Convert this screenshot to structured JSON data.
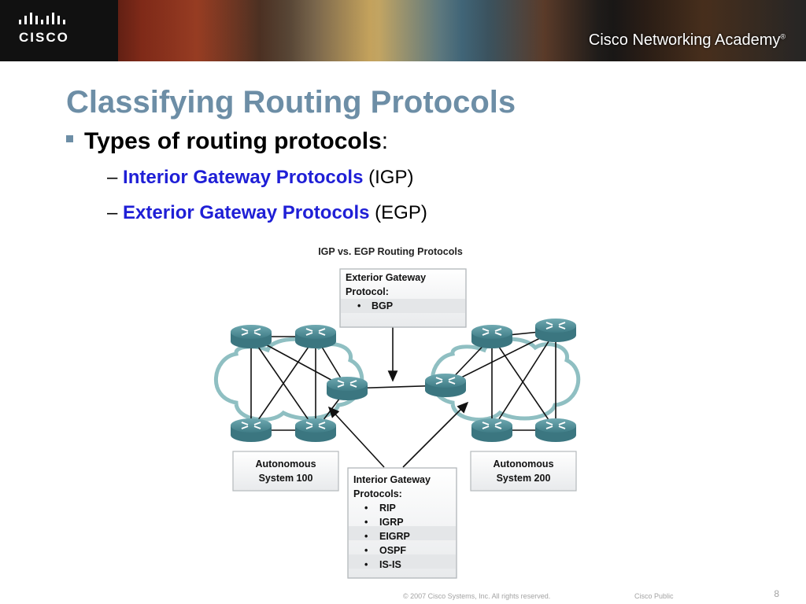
{
  "header": {
    "logo_text": "CISCO",
    "academy_text": "Cisco Networking Academy",
    "academy_mark": "®"
  },
  "slide": {
    "title": "Classifying Routing Protocols",
    "bullet": {
      "bold": "Types of routing protocols",
      "rest": ":"
    },
    "subbullets": [
      {
        "dash": "–",
        "highlight": "Interior Gateway Protocols",
        "rest": " (IGP)"
      },
      {
        "dash": "–",
        "highlight": "Exterior Gateway Protocols",
        "rest": " (EGP)"
      }
    ]
  },
  "diagram": {
    "title": "IGP vs. EGP Routing Protocols",
    "egp_box": {
      "line1": "Exterior Gateway",
      "line2": "Protocol:",
      "items": [
        "BGP"
      ]
    },
    "igp_box": {
      "line1": "Interior Gateway",
      "line2": "Protocols:",
      "items": [
        "RIP",
        "IGRP",
        "EIGRP",
        "OSPF",
        "IS-IS"
      ]
    },
    "as_left": {
      "line1": "Autonomous",
      "line2": "System 100"
    },
    "as_right": {
      "line1": "Autonomous",
      "line2": "System 200"
    },
    "bullet_char": "•"
  },
  "footer": {
    "copyright": "© 2007 Cisco Systems, Inc. All rights reserved.",
    "classification": "Cisco Public",
    "page": "8"
  },
  "colors": {
    "title": "#6d8ea6",
    "highlight": "#1f1fd6",
    "router": "#4f8d96",
    "cloud": "#8fbfc2"
  }
}
